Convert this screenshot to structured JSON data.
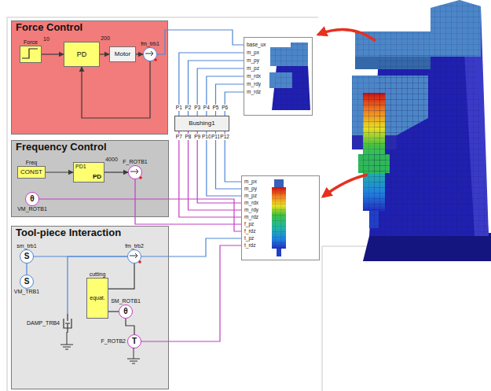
{
  "diagram": {
    "nodes": [
      {
        "text": [
          "Force Control"
        ]
      },
      {
        "text": [
          "Force"
        ],
        "in": 0
      },
      {
        "text": [
          "PD"
        ],
        "in": 0
      },
      {
        "text": [
          "Motor"
        ],
        "in": 0
      },
      {
        "text": [
          "fm_trb1"
        ],
        "in": 0
      },
      {
        "text": [
          "Frequency Control"
        ]
      },
      {
        "text": [
          "Freq",
          "CONST"
        ],
        "in": 5
      },
      {
        "text": [
          "PD1",
          "PD"
        ],
        "in": 5
      },
      {
        "text": [
          "F_ROTB1"
        ],
        "in": 5
      },
      {
        "text": [
          "VM_ROTB1",
          "θ"
        ],
        "in": 5
      },
      {
        "text": [
          "Tool-piece Interaction"
        ]
      },
      {
        "text": [
          "sm_trb1",
          "S"
        ],
        "in": 10
      },
      {
        "text": [
          "VM_TRB1",
          "S"
        ],
        "in": 10
      },
      {
        "text": [
          "DAMP_TRB4"
        ],
        "in": 10
      },
      {
        "text": [
          "fm_trb2"
        ],
        "in": 10
      },
      {
        "text": [
          "cutting",
          "equat."
        ],
        "in": 10
      },
      {
        "text": [
          "SM_ROTB1",
          "θ"
        ],
        "in": 10
      },
      {
        "text": [
          "F_ROTB2",
          "T"
        ],
        "in": 10
      },
      {
        "text": [
          "Bushing1"
        ]
      },
      {
        "text": [
          "base_ux",
          "m_px",
          "m_py",
          "m_pz",
          "m_rdx",
          "m_rdy",
          "m_rdz"
        ]
      },
      {
        "text": [
          "m_px",
          "m_py",
          "m_pz",
          "m_rdx",
          "m_rdy",
          "m_rdz",
          "f_pz",
          "f_rdz",
          "t_pz",
          "t_rdz"
        ]
      }
    ],
    "edges": [
      {
        "from": 1,
        "to": 2,
        "arrow": "to"
      },
      {
        "from": 2,
        "to": 3,
        "arrow": "to"
      },
      {
        "from": 3,
        "to": 4,
        "arrow": "to"
      },
      {
        "from": 4,
        "to": 2,
        "arrow": "to"
      },
      {
        "from": 4,
        "to": 19,
        "arrow": "none"
      },
      {
        "from": 6,
        "to": 7,
        "arrow": "to"
      },
      {
        "from": 7,
        "to": 8,
        "arrow": "to"
      },
      {
        "from": 8,
        "to": 20,
        "arrow": "none"
      },
      {
        "from": 9,
        "to": 20,
        "arrow": "none"
      },
      {
        "from": 11,
        "to": 14,
        "arrow": "none"
      },
      {
        "from": 12,
        "to": 11,
        "arrow": "none"
      },
      {
        "from": 13,
        "to": 14,
        "arrow": "none"
      },
      {
        "from": 15,
        "to": 14,
        "arrow": "none"
      },
      {
        "from": 15,
        "to": 16,
        "arrow": "none"
      },
      {
        "from": 16,
        "to": 17,
        "arrow": "none"
      },
      {
        "from": 14,
        "to": 20,
        "arrow": "none"
      },
      {
        "from": 17,
        "to": 20,
        "arrow": "none"
      },
      {
        "from": 18,
        "to": 19,
        "arrow": "none"
      },
      {
        "from": 18,
        "to": 19,
        "arrow": "none"
      },
      {
        "from": 18,
        "to": 19,
        "arrow": "none"
      },
      {
        "from": 18,
        "to": 19,
        "arrow": "none"
      },
      {
        "from": 18,
        "to": 19,
        "arrow": "none"
      },
      {
        "from": 18,
        "to": 19,
        "arrow": "none"
      },
      {
        "from": 18,
        "to": 20,
        "arrow": "none"
      },
      {
        "from": 18,
        "to": 20,
        "arrow": "none"
      },
      {
        "from": 18,
        "to": 20,
        "arrow": "none"
      },
      {
        "from": 18,
        "to": 20,
        "arrow": "none"
      },
      {
        "from": 18,
        "to": 20,
        "arrow": "none"
      },
      {
        "from": 18,
        "to": 20,
        "arrow": "none"
      }
    ],
    "labels": [
      "10",
      "200",
      "4000",
      "P1",
      "P2",
      "P3",
      "P4",
      "P5",
      "P6",
      "P7",
      "P8",
      "P9",
      "P10",
      "P11",
      "P12"
    ]
  }
}
